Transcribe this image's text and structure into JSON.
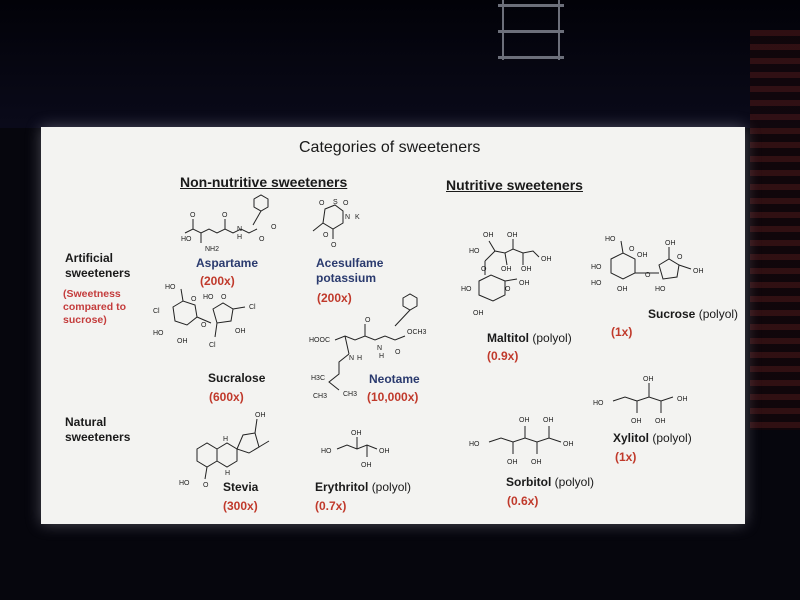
{
  "slide": {
    "title": "Categories of sweeteners",
    "columns": {
      "non_nutritive": "Non-nutritive sweeteners",
      "nutritive": "Nutritive sweeteners"
    },
    "rows": {
      "artificial": "Artificial\nsweeteners",
      "artificial_note": "(Sweetness\ncompared to\nsucrose)",
      "natural": "Natural\nsweeteners"
    },
    "polyol_tag": "(polyol)",
    "sweeteners": [
      {
        "name": "Aspartame",
        "ratio": "(200x)",
        "color": "#2a3a6e"
      },
      {
        "name": "Acesulfame\npotassium",
        "ratio": "(200x)",
        "color": "#2a3a6e"
      },
      {
        "name": "Sucralose",
        "ratio": "(600x)",
        "color": "#1a1a1a"
      },
      {
        "name": "Neotame",
        "ratio": "(10,000x)",
        "color": "#2a3a6e"
      },
      {
        "name": "Stevia",
        "ratio": "(300x)",
        "color": "#1a1a1a"
      },
      {
        "name": "Erythritol",
        "ratio": "(0.7x)",
        "color": "#1a1a1a"
      },
      {
        "name": "Maltitol",
        "ratio": "(0.9x)",
        "color": "#1a1a1a"
      },
      {
        "name": "Sucrose",
        "ratio": "(1x)",
        "color": "#1a1a1a"
      },
      {
        "name": "Sorbitol",
        "ratio": "(0.6x)",
        "color": "#1a1a1a"
      },
      {
        "name": "Xylitol",
        "ratio": "(1x)",
        "color": "#1a1a1a"
      }
    ],
    "atom_labels": {
      "aspartame": [
        "O",
        "O",
        "O",
        "HO",
        "N",
        "H",
        "NH2",
        "O"
      ],
      "acesulfame": [
        "O",
        "S",
        "O",
        "N",
        "K",
        "O",
        "O"
      ],
      "sucralose": [
        "HO",
        "Cl",
        "O",
        "HO",
        "OH",
        "O",
        "O",
        "HO",
        "Cl",
        "OH",
        "Cl"
      ],
      "neotame": [
        "O",
        "HOOC",
        "N",
        "H",
        "N",
        "H",
        "OCH3",
        "O",
        "H3C",
        "CH3",
        "CH3"
      ],
      "stevia": [
        "OH",
        "H",
        "H",
        "HO",
        "O"
      ],
      "erythritol": [
        "OH",
        "HO",
        "OH",
        "OH"
      ],
      "maltitol": [
        "OH",
        "OH",
        "HO",
        "OH",
        "OH",
        "O",
        "OH",
        "HO",
        "O",
        "OH",
        "OH"
      ],
      "sucrose": [
        "HO",
        "OH",
        "O",
        "HO",
        "OH",
        "HO",
        "O",
        "OH",
        "O",
        "HO",
        "OH"
      ],
      "sorbitol": [
        "OH",
        "OH",
        "HO",
        "OH",
        "OH",
        "OH"
      ],
      "xylitol": [
        "OH",
        "HO",
        "OH",
        "OH",
        "OH"
      ]
    }
  }
}
